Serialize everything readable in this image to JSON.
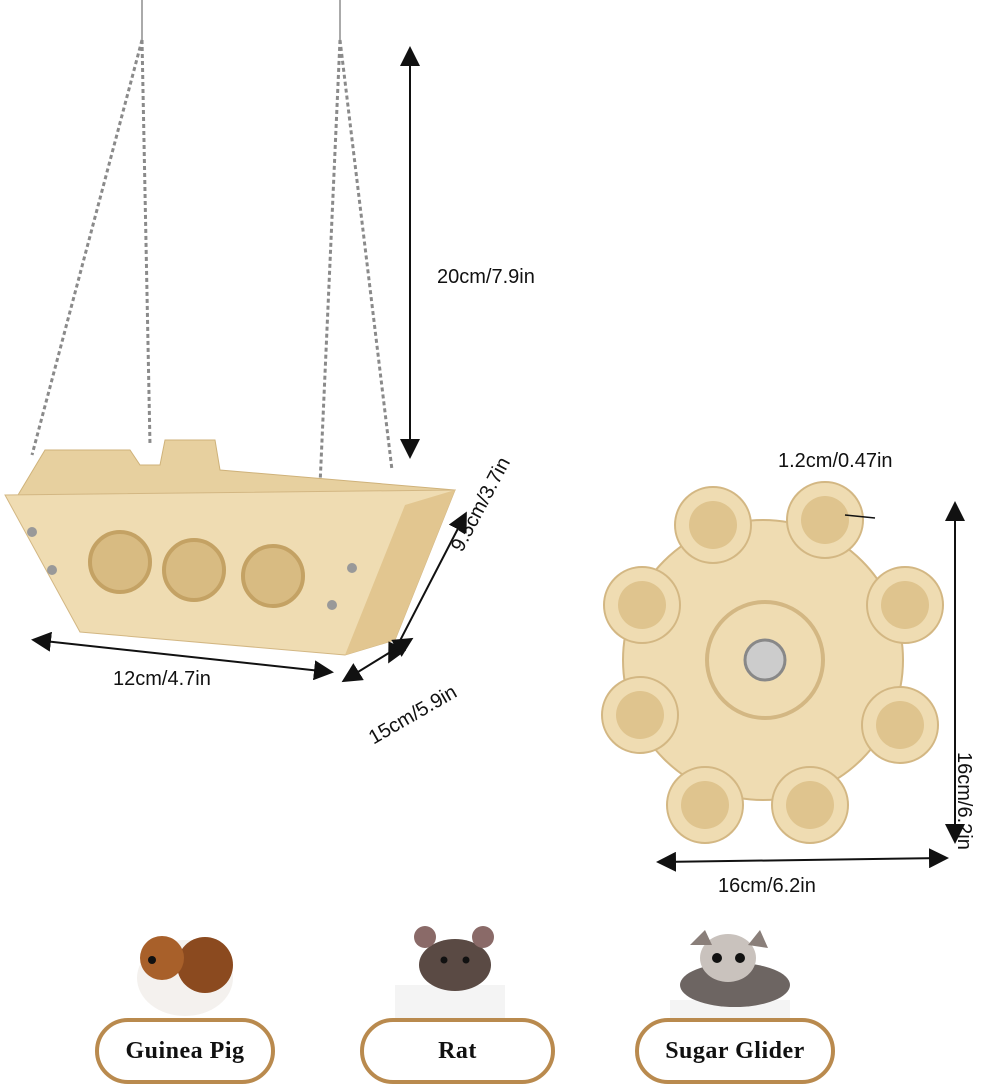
{
  "dimensions": {
    "chain_height": "20cm/7.9in",
    "boat_depth": "9.5cm/3.7in",
    "boat_width": "12cm/4.7in",
    "boat_length": "15cm/5.9in",
    "wheel_thickness": "1.2cm/0.47in",
    "wheel_height": "16cm/6.2in",
    "wheel_width": "16cm/6.2in"
  },
  "animals": [
    {
      "label": "Guinea Pig",
      "icon": "guinea-pig-photo"
    },
    {
      "label": "Rat",
      "icon": "rat-photo"
    },
    {
      "label": "Sugar Glider",
      "icon": "sugar-glider-photo"
    }
  ],
  "colors": {
    "wood": "#eedcb4",
    "wood_edge": "#d9bf8c",
    "pill_border": "#b98a4e",
    "chain": "#8a8a8a"
  }
}
